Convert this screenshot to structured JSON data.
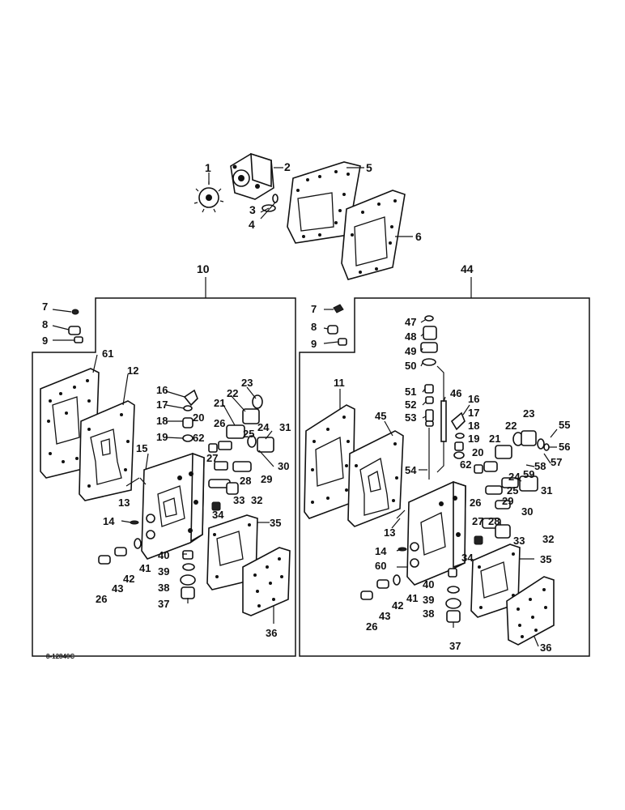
{
  "diagram": {
    "caption": "8-12840C",
    "top_labels": [
      "1",
      "2",
      "3",
      "4",
      "5",
      "6"
    ],
    "left_group": {
      "number": "10",
      "labels": [
        "7",
        "8",
        "9",
        "61",
        "12",
        "13",
        "14",
        "15",
        "16",
        "17",
        "18",
        "19",
        "20",
        "62",
        "21",
        "22",
        "23",
        "26",
        "25",
        "24",
        "31",
        "27",
        "28",
        "29",
        "30",
        "33",
        "32",
        "34",
        "35",
        "40",
        "39",
        "38",
        "37",
        "36",
        "41",
        "42",
        "43",
        "26"
      ]
    },
    "right_group": {
      "number": "44",
      "labels": [
        "7",
        "8",
        "9",
        "47",
        "48",
        "49",
        "50",
        "11",
        "51",
        "52",
        "53",
        "46",
        "45",
        "16",
        "17",
        "18",
        "19",
        "20",
        "62",
        "21",
        "22",
        "23",
        "55",
        "56",
        "57",
        "54",
        "58",
        "59",
        "24",
        "31",
        "25",
        "30",
        "29",
        "13",
        "26",
        "27",
        "28",
        "33",
        "32",
        "14",
        "34",
        "60",
        "35",
        "40",
        "39",
        "41",
        "42",
        "43",
        "26",
        "38",
        "37",
        "36"
      ]
    }
  }
}
